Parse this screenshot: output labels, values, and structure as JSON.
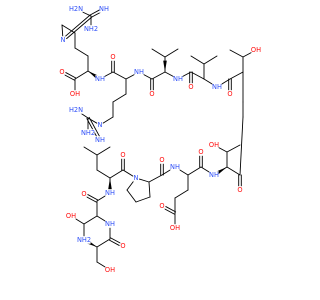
{
  "colors": {
    "bond": "#000000",
    "N": "#3050F8",
    "O": "#FF0D0D",
    "background": "#FFFFFF"
  },
  "labels": [
    {
      "id": "nh2_argtop_a",
      "text": "H2N",
      "element": "N"
    },
    {
      "id": "nh_argtop",
      "text": "NH",
      "element": "N"
    },
    {
      "id": "nh2_argtop_b",
      "text": "NH2",
      "element": "N"
    },
    {
      "id": "nh_argtop_chain",
      "text": "N",
      "element": "N"
    },
    {
      "id": "o_cooh_top",
      "text": "O",
      "element": "O"
    },
    {
      "id": "oh_cooh_top",
      "text": "OH",
      "element": "O"
    },
    {
      "id": "nh_arg2",
      "text": "NH",
      "element": "N"
    },
    {
      "id": "o_arg2",
      "text": "O",
      "element": "O"
    },
    {
      "id": "nh2_argmid_a",
      "text": "H2N",
      "element": "N"
    },
    {
      "id": "nh_argmid",
      "text": "NH",
      "element": "N"
    },
    {
      "id": "nh2_argmid_b",
      "text": "NH2",
      "element": "N"
    },
    {
      "id": "nh_argmid_chain",
      "text": "N",
      "element": "N"
    },
    {
      "id": "nh_val1",
      "text": "NH",
      "element": "N"
    },
    {
      "id": "o_val1",
      "text": "O",
      "element": "O"
    },
    {
      "id": "nh_val2",
      "text": "NH",
      "element": "N"
    },
    {
      "id": "o_val2",
      "text": "O",
      "element": "O"
    },
    {
      "id": "oh_thr1",
      "text": "OH",
      "element": "O"
    },
    {
      "id": "nh_thr1",
      "text": "NH",
      "element": "N"
    },
    {
      "id": "o_thr1",
      "text": "O",
      "element": "O"
    },
    {
      "id": "n_pro",
      "text": "N",
      "element": "N"
    },
    {
      "id": "o_pro",
      "text": "O",
      "element": "O"
    },
    {
      "id": "nh_glu",
      "text": "NH",
      "element": "N"
    },
    {
      "id": "o_glu",
      "text": "O",
      "element": "O"
    },
    {
      "id": "oh_thr2",
      "text": "OH",
      "element": "O"
    },
    {
      "id": "nh_thr2",
      "text": "NH",
      "element": "N"
    },
    {
      "id": "o_thr2",
      "text": "O",
      "element": "O"
    },
    {
      "id": "o_leu",
      "text": "O",
      "element": "O"
    },
    {
      "id": "nh_leu",
      "text": "NH",
      "element": "N"
    },
    {
      "id": "o_glu_acid",
      "text": "O",
      "element": "O"
    },
    {
      "id": "oh_glu_acid",
      "text": "OH",
      "element": "O"
    },
    {
      "id": "oh_thr3",
      "text": "OH",
      "element": "O"
    },
    {
      "id": "nh_thr3",
      "text": "NH",
      "element": "N"
    },
    {
      "id": "o_thr3",
      "text": "O",
      "element": "O"
    },
    {
      "id": "nh2_ser",
      "text": "NH2",
      "element": "N"
    },
    {
      "id": "o_ser",
      "text": "O",
      "element": "O"
    },
    {
      "id": "oh_ser",
      "text": "OH",
      "element": "O"
    }
  ]
}
